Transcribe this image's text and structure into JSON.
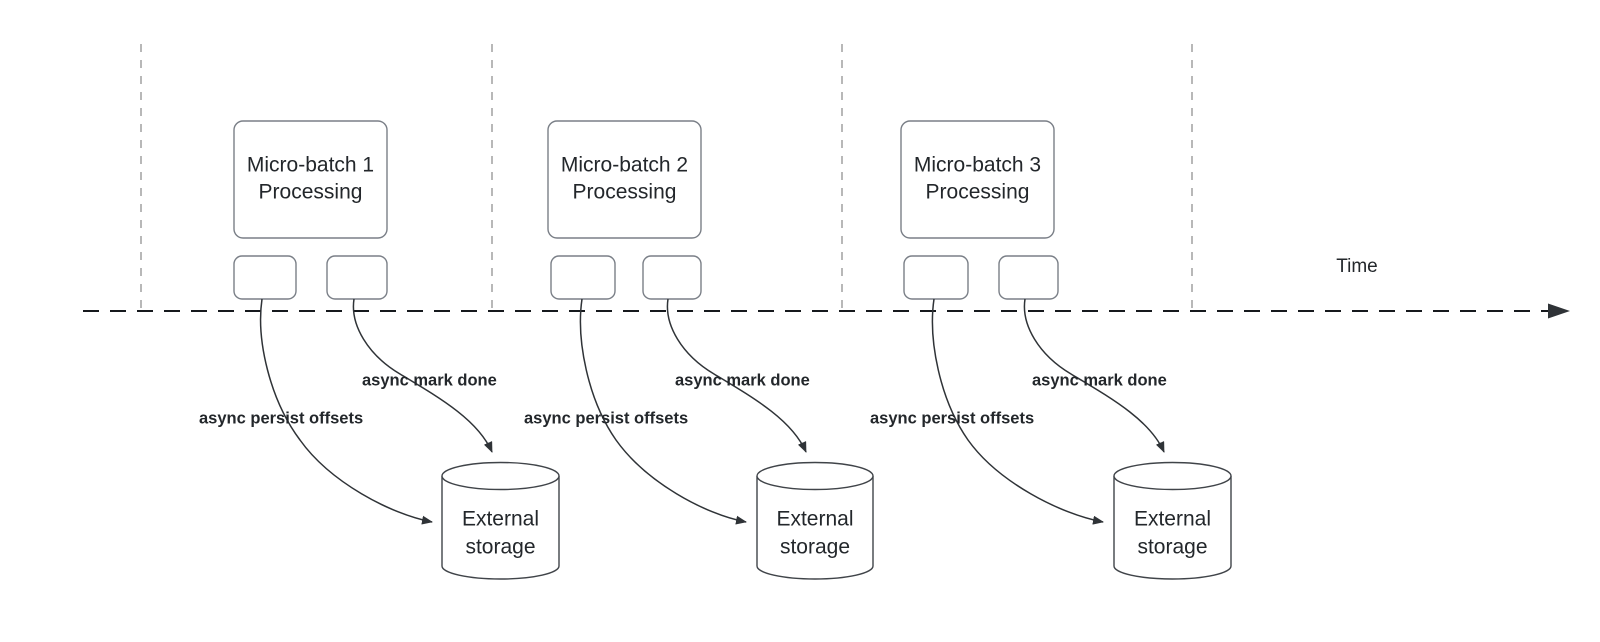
{
  "diagram": {
    "title_axis": "Time",
    "colors": {
      "shape_stroke": "#7a7f87",
      "cylinder_stroke": "#404449",
      "flow_stroke": "#2f3337",
      "guide_stroke": "#9a9a9a",
      "timeline_stroke": "#16191d",
      "text": "#23272b",
      "background": "#ffffff"
    },
    "groups": [
      {
        "id": "micro-batch-1",
        "process_label_line1": "Micro-batch 1",
        "process_label_line2": "Processing",
        "storage_label_line1": "External",
        "storage_label_line2": "storage",
        "edge_persist_label": "async persist offsets",
        "edge_mark_label": "async mark done"
      },
      {
        "id": "micro-batch-2",
        "process_label_line1": "Micro-batch 2",
        "process_label_line2": "Processing",
        "storage_label_line1": "External",
        "storage_label_line2": "storage",
        "edge_persist_label": "async persist offsets",
        "edge_mark_label": "async mark done"
      },
      {
        "id": "micro-batch-3",
        "process_label_line1": "Micro-batch 3",
        "process_label_line2": "Processing",
        "storage_label_line1": "External",
        "storage_label_line2": "storage",
        "edge_persist_label": "async persist offsets",
        "edge_mark_label": "async mark done"
      }
    ]
  }
}
